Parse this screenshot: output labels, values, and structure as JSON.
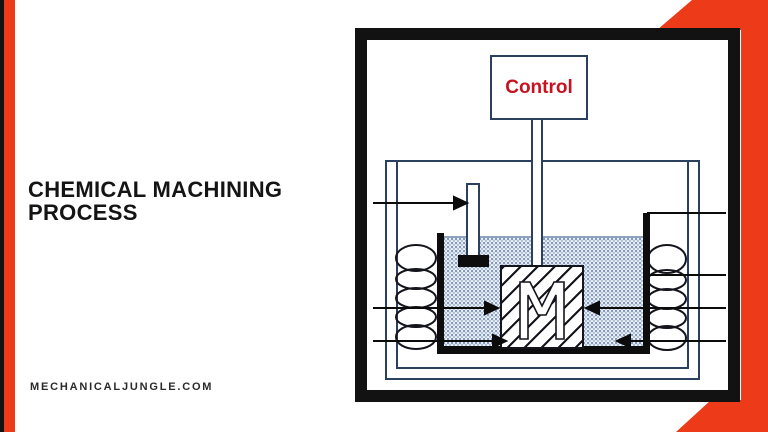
{
  "title": {
    "line1": "CHEMICAL MACHINING",
    "line2": "PROCESS"
  },
  "footer": {
    "site_label": "MECHANICALJUNGLE.COM"
  },
  "diagram": {
    "control_label": "Control"
  },
  "colors": {
    "accent_orange": "#ED3A18",
    "frame_black": "#121212",
    "structure_line_navy": "#2B3F5E",
    "arrow_black": "#0B0B0B",
    "control_text_red": "#C9121F",
    "liquid_dot_blue": "#7D93B6"
  }
}
